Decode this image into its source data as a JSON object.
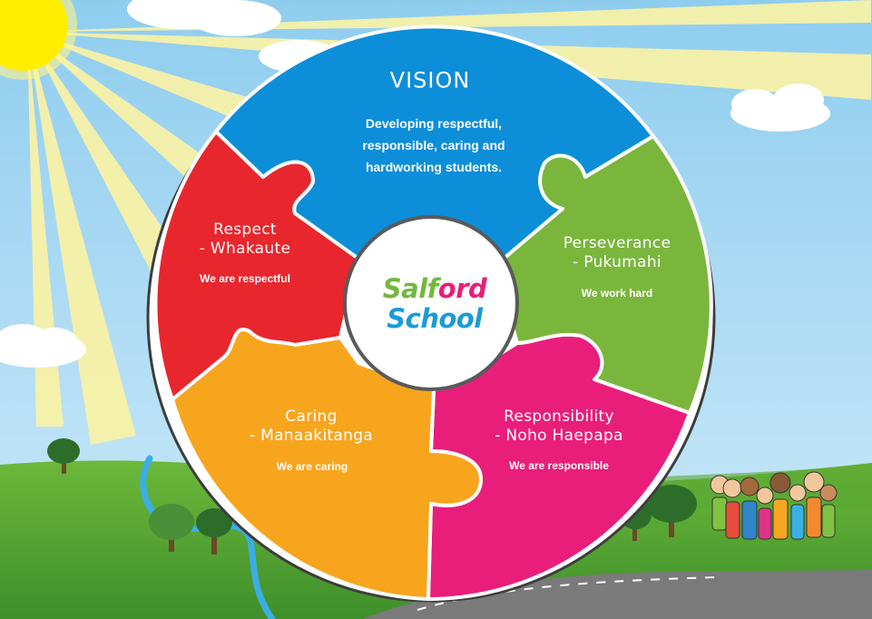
{
  "vision": {
    "title": "VISION",
    "lines": [
      "Developing respectful,",
      "responsible, caring and",
      "hardworking students."
    ]
  },
  "respect": {
    "title_1": "Respect",
    "title_2": "- Whakaute",
    "statement": "We are respectful"
  },
  "perseverance": {
    "title_1": "Perseverance",
    "title_2": "- Pukumahi",
    "statement": "We work hard"
  },
  "caring": {
    "title_1": "Caring",
    "title_2": "- Manaakitanga",
    "statement": "We are caring"
  },
  "responsibility": {
    "title_1": "Responsibility",
    "title_2": "- Noho Haepapa",
    "statement": "We are  responsible"
  },
  "logo": {
    "line_1": "Salford",
    "line_2": "School"
  },
  "colors": {
    "vision": "#0d8ed8",
    "respect": "#e8262d",
    "perseverance": "#7ab63c",
    "caring": "#f8a51e",
    "responsibility": "#e91e7a",
    "sky": "#a9d9f2",
    "grass": "#5aa632",
    "sun": "#ffee00"
  }
}
